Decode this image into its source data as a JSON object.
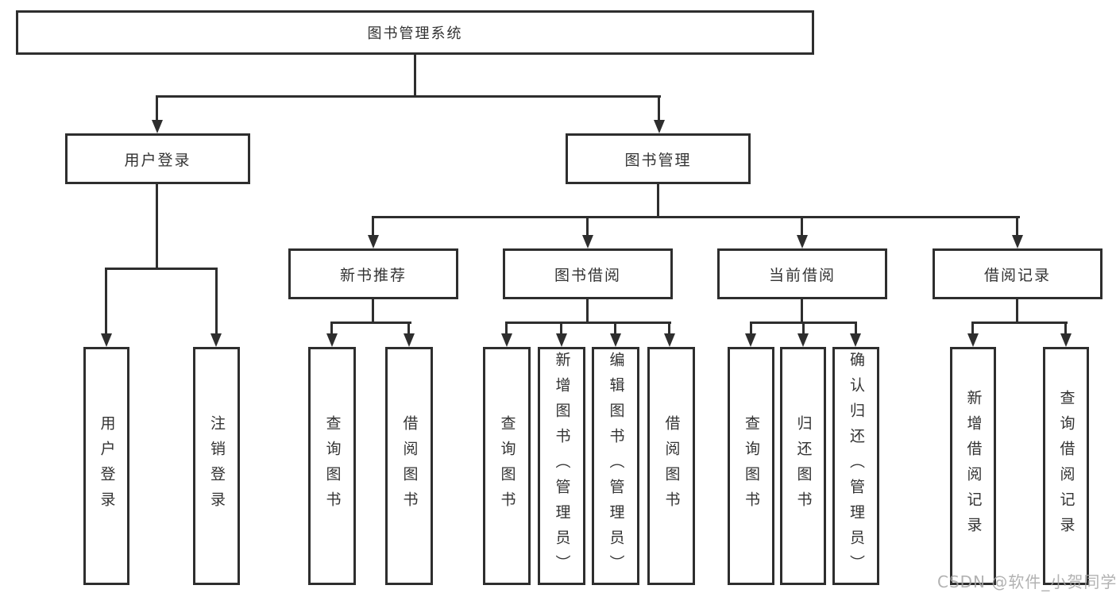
{
  "diagram": {
    "title": "图书管理系统",
    "type": "hierarchy-tree",
    "colors": {
      "line": "#2e2e2e",
      "text": "#333333",
      "background": "#ffffff",
      "watermark": "#a4a4a4"
    },
    "tree": {
      "label": "图书管理系统",
      "children": [
        {
          "label": "用户登录",
          "children": [
            {
              "label": "用户登录"
            },
            {
              "label": "注销登录"
            }
          ]
        },
        {
          "label": "图书管理",
          "children": [
            {
              "label": "新书推荐",
              "children": [
                {
                  "label": "查询图书"
                },
                {
                  "label": "借阅图书"
                }
              ]
            },
            {
              "label": "图书借阅",
              "children": [
                {
                  "label": "查询图书"
                },
                {
                  "label": "新增图书（管理员）"
                },
                {
                  "label": "编辑图书（管理员）"
                },
                {
                  "label": "借阅图书"
                }
              ]
            },
            {
              "label": "当前借阅",
              "children": [
                {
                  "label": "查询图书"
                },
                {
                  "label": "归还图书"
                },
                {
                  "label": "确认归还（管理员）"
                }
              ]
            },
            {
              "label": "借阅记录",
              "children": [
                {
                  "label": "新增借阅记录"
                },
                {
                  "label": "查询借阅记录"
                }
              ]
            }
          ]
        }
      ]
    },
    "watermark": {
      "text": "CSDN @软件_小贺同学"
    }
  }
}
